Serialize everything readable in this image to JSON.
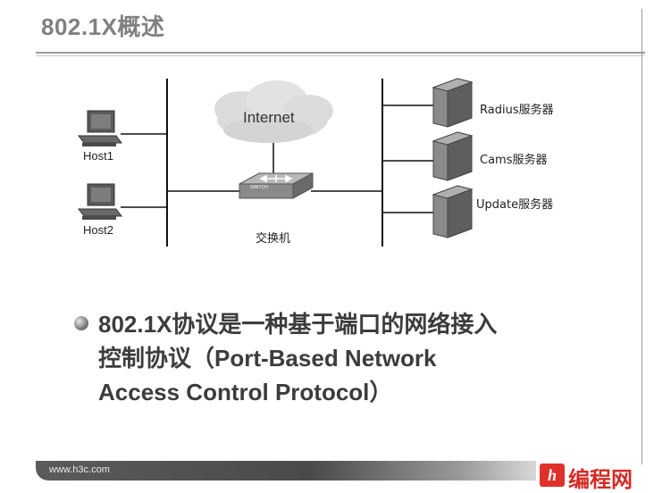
{
  "slide": {
    "title": "802.1X概述",
    "footer_url": "www.h3c.com",
    "watermark_text": "编程网"
  },
  "diagram": {
    "cloud_label": "Internet",
    "switch_label": "交换机",
    "switch_badge": "SWITCH",
    "hosts": [
      {
        "label": "Host1"
      },
      {
        "label": "Host2"
      }
    ],
    "servers": [
      {
        "label": "Radius服务器"
      },
      {
        "label": "Cams服务器"
      },
      {
        "label": "Update服务器"
      }
    ]
  },
  "bullet": {
    "lines": [
      "802.1X协议是一种基于端口的网络接入",
      "控制协议（Port-Based Network",
      "Access Control Protocol）"
    ]
  }
}
